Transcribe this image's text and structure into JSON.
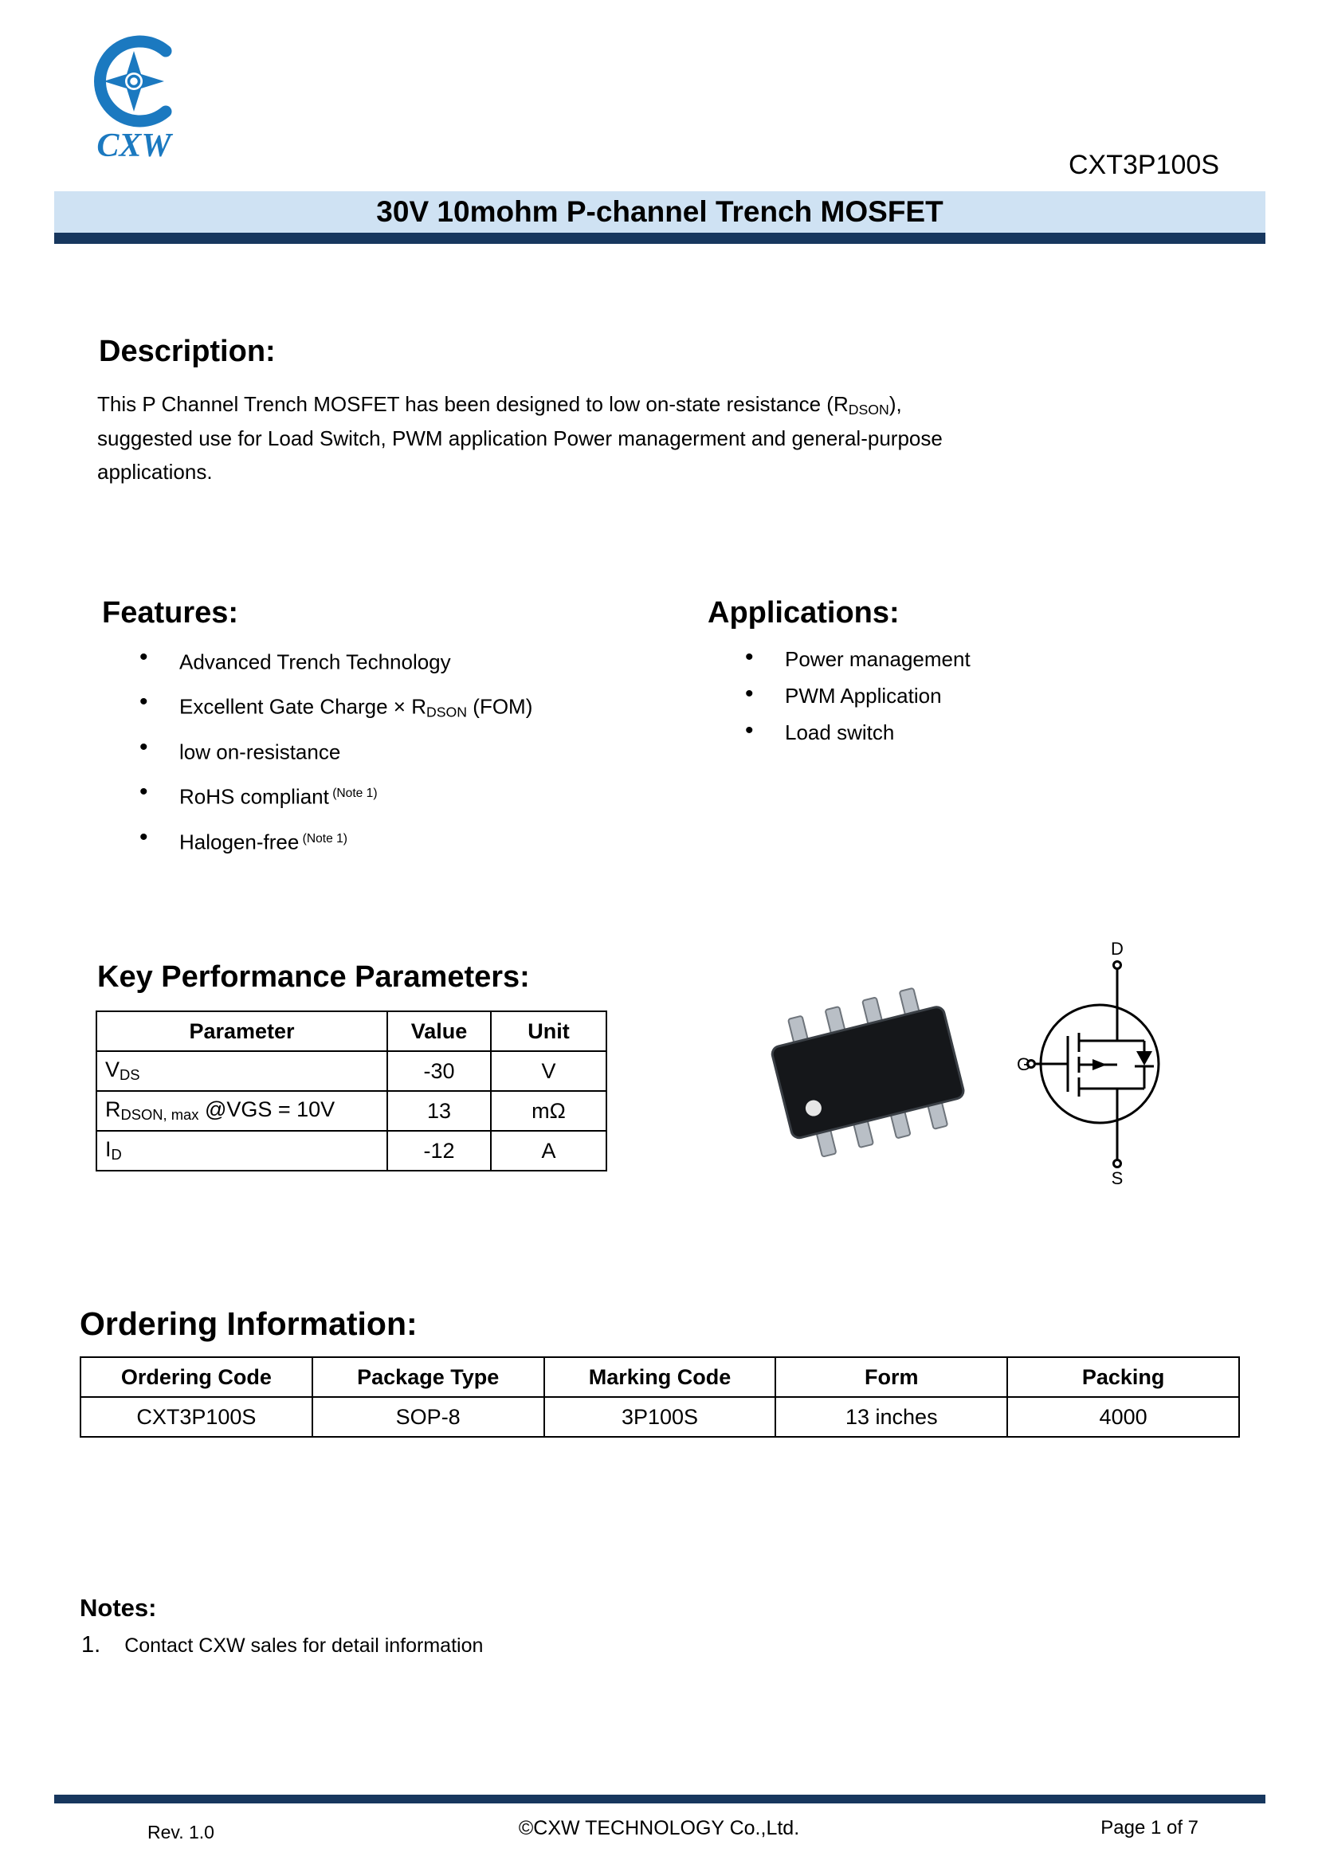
{
  "colors": {
    "title_band": "#cfe2f3",
    "rule_navy": "#17375e",
    "logo_blue": "#1b79c0"
  },
  "logo": {
    "text": "CXW"
  },
  "header": {
    "part_number": "CXT3P100S",
    "title": "30V 10mohm P-channel Trench MOSFET"
  },
  "description": {
    "heading": "Description:",
    "line1_pre": "This P Channel Trench MOSFET has been designed to low on-state resistance (R",
    "line1_sub": "DSON",
    "line1_post": "),",
    "line2": "suggested use for Load Switch, PWM application Power managerment and general-purpose",
    "line3": "applications."
  },
  "features": {
    "heading": "Features:",
    "items": [
      {
        "pre": "Advanced Trench Technology",
        "sub": "",
        "post": "",
        "sup": ""
      },
      {
        "pre": "Excellent Gate Charge × R",
        "sub": "DSON",
        "post": " (FOM)",
        "sup": ""
      },
      {
        "pre": "low on-resistance",
        "sub": "",
        "post": "",
        "sup": ""
      },
      {
        "pre": "RoHS compliant",
        "sub": "",
        "post": "",
        "sup": " (Note 1)"
      },
      {
        "pre": "Halogen-free",
        "sub": "",
        "post": "",
        "sup": " (Note 1)"
      }
    ]
  },
  "applications": {
    "heading": "Applications:",
    "items": [
      "Power management",
      "PWM Application",
      "Load switch"
    ]
  },
  "key_parameters": {
    "heading": "Key Performance Parameters:",
    "columns": [
      "Parameter",
      "Value",
      "Unit"
    ],
    "rows": [
      {
        "pre": "V",
        "sub": "DS",
        "post": "",
        "value": "-30",
        "unit": "V"
      },
      {
        "pre": "R",
        "sub": "DSON, max",
        "post": " @VGS = 10V",
        "value": "13",
        "unit": "mΩ"
      },
      {
        "pre": "I",
        "sub": "D",
        "post": "",
        "value": "-12",
        "unit": "A"
      }
    ]
  },
  "mosfet_symbol": {
    "drain": "D",
    "gate": "G",
    "source": "S"
  },
  "ordering": {
    "heading": "Ordering Information:",
    "columns": [
      "Ordering Code",
      "Package Type",
      "Marking Code",
      "Form",
      "Packing"
    ],
    "row": [
      "CXT3P100S",
      "SOP-8",
      "3P100S",
      "13 inches",
      "4000"
    ]
  },
  "notes": {
    "heading": "Notes:",
    "items": [
      {
        "num": "1.",
        "text": "Contact CXW sales for detail information"
      }
    ]
  },
  "footer": {
    "rev": "Rev. 1.0",
    "company": "©CXW TECHNOLOGY Co.,Ltd.",
    "page": "Page 1 of 7"
  }
}
